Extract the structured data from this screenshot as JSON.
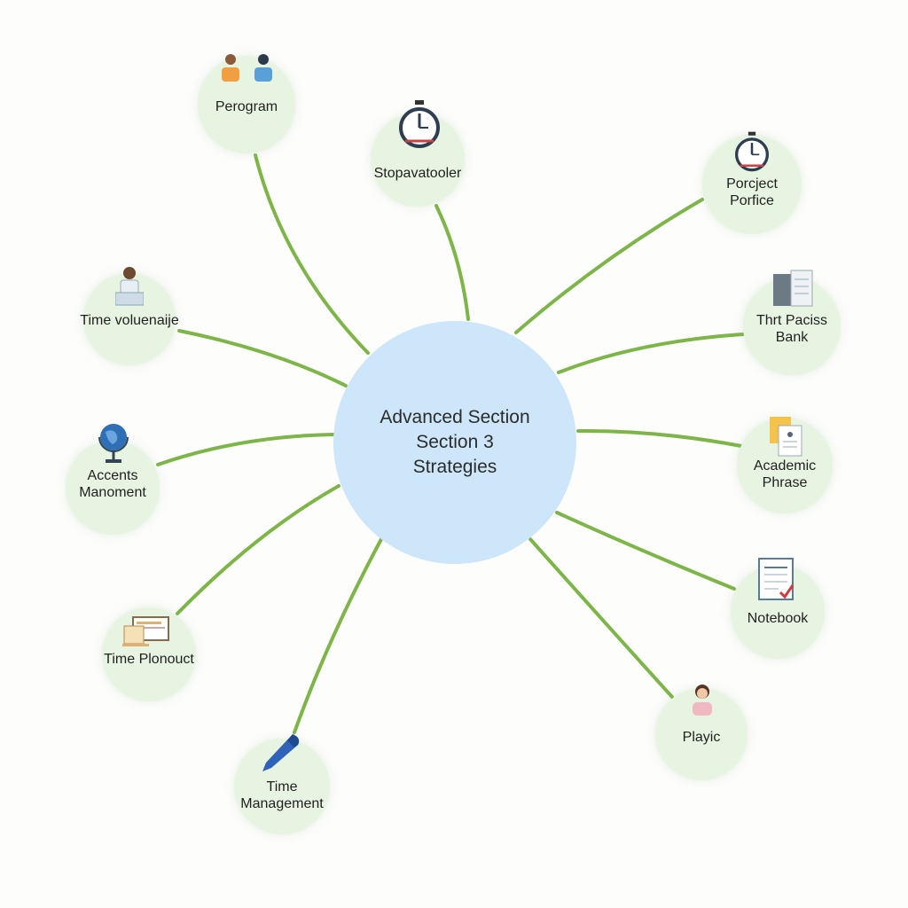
{
  "hub": {
    "lines": [
      "Advanced Section",
      "Section 3",
      "Strategies"
    ]
  },
  "nodes": [
    {
      "id": "perogram",
      "lines": [
        "Perogram"
      ],
      "icon": "two-people-icon"
    },
    {
      "id": "stopavatooler",
      "lines": [
        "Stopavatooler"
      ],
      "icon": "stopwatch-icon"
    },
    {
      "id": "porcject-porfice",
      "lines": [
        "Porcject",
        "Porfice"
      ],
      "icon": "stopwatch-icon"
    },
    {
      "id": "time-voluenaije",
      "lines": [
        "Time voluenaije"
      ],
      "icon": "presenter-icon"
    },
    {
      "id": "thrt-paciss-bank",
      "lines": [
        "Thrt Paciss",
        "Bank"
      ],
      "icon": "building-icon"
    },
    {
      "id": "accents-manoment",
      "lines": [
        "Accents",
        "Manoment"
      ],
      "icon": "globe-icon"
    },
    {
      "id": "academic-phrase",
      "lines": [
        "Academic",
        "Phrase"
      ],
      "icon": "documents-icon"
    },
    {
      "id": "time-plonouct",
      "lines": [
        "Time Plonouct"
      ],
      "icon": "laptop-icon"
    },
    {
      "id": "notebook",
      "lines": [
        "Notebook"
      ],
      "icon": "checklist-icon"
    },
    {
      "id": "time-management",
      "lines": [
        "Time",
        "Management"
      ],
      "icon": "pen-icon"
    },
    {
      "id": "playic",
      "lines": [
        "Playic"
      ],
      "icon": "woman-icon"
    }
  ],
  "colors": {
    "hub_fill": "#cde6fa",
    "node_fill": "#e8f4e2",
    "connector": "#7db548",
    "text": "#1f1f1f"
  }
}
